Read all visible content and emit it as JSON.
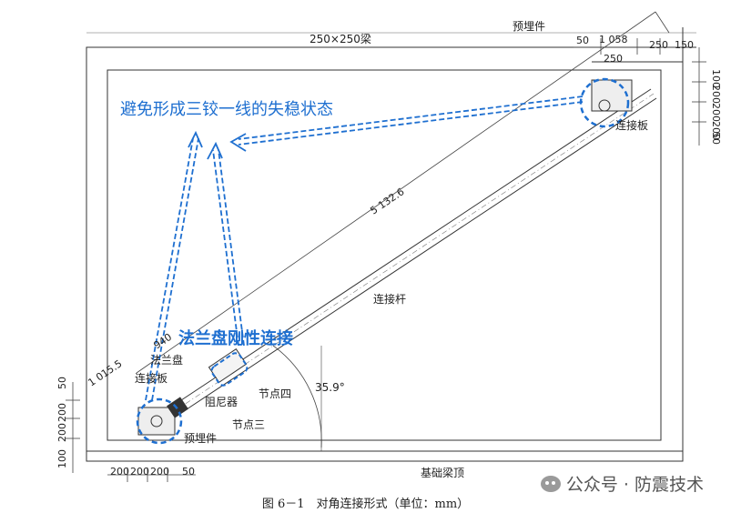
{
  "labels": {
    "beam": "250×250梁",
    "embed_top": "预埋件",
    "plate_top": "连接板",
    "rod": "连接杆",
    "length": "5 132.6",
    "angle": "35.9°",
    "flange": "法兰盘",
    "plate_bottom": "连接板",
    "damper": "阻尼器",
    "node4": "节点四",
    "node3": "节点三",
    "embed_bottom": "预埋件",
    "foundation": "基础梁顶",
    "dim_940": "940",
    "dim_1015": "1 015.5"
  },
  "dims_top": [
    "50",
    "1 058",
    "250",
    "150",
    "250"
  ],
  "dims_right": [
    "100",
    "200",
    "200",
    "200",
    "50"
  ],
  "dims_left": [
    "50",
    "200",
    "200",
    "100"
  ],
  "dims_bottom": [
    "200",
    "200",
    "200",
    "50"
  ],
  "annotations": {
    "instability": "避免形成三铰一线的失稳状态",
    "flange_rigid": "法兰盘刚性连接"
  },
  "caption": "图 6－1　对角连接形式（单位：mm）",
  "watermark": "公众号 · 防震技术",
  "colors": {
    "annotation": "#1e6fd0",
    "drawing": "#2a2a2a"
  }
}
